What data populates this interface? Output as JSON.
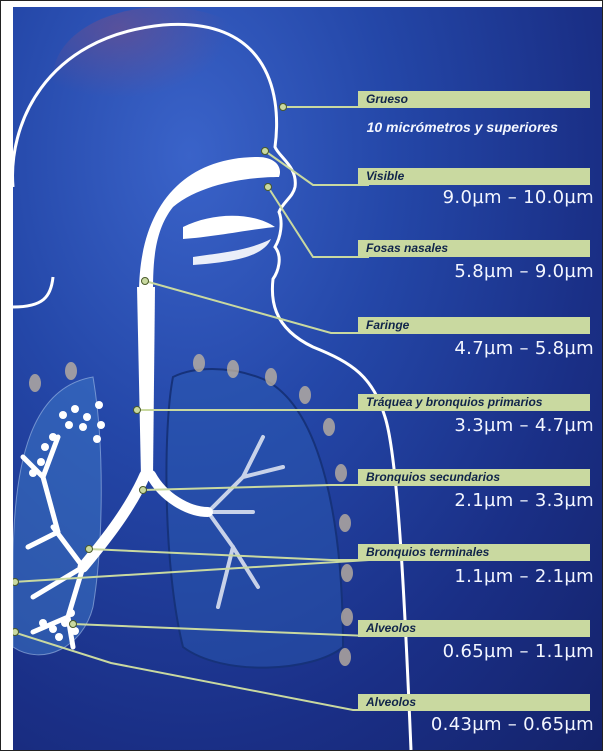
{
  "levels": [
    {
      "label": "Grueso",
      "range": "10 micrómetros y superiores"
    },
    {
      "label": "Visible",
      "range": "9.0µm – 10.0µm"
    },
    {
      "label": "Fosas nasales",
      "range": "5.8µm – 9.0µm"
    },
    {
      "label": "Faringe",
      "range": "4.7µm – 5.8µm"
    },
    {
      "label": "Tráquea y bronquios primarios",
      "range": "3.3µm – 4.7µm"
    },
    {
      "label": "Bronquios secundarios",
      "range": "2.1µm – 3.3µm"
    },
    {
      "label": "Bronquios terminales",
      "range": "1.1µm – 2.1µm"
    },
    {
      "label": "Alveolos",
      "range": "0.65µm – 1.1µm"
    },
    {
      "label": "Alveolos",
      "range": "0.43µm – 0.65µm"
    }
  ],
  "colors": {
    "background": "#2447a8",
    "label_fill": "#c9d9a0",
    "leader_line": "#c9d9a0",
    "airway": "#ffffff"
  }
}
